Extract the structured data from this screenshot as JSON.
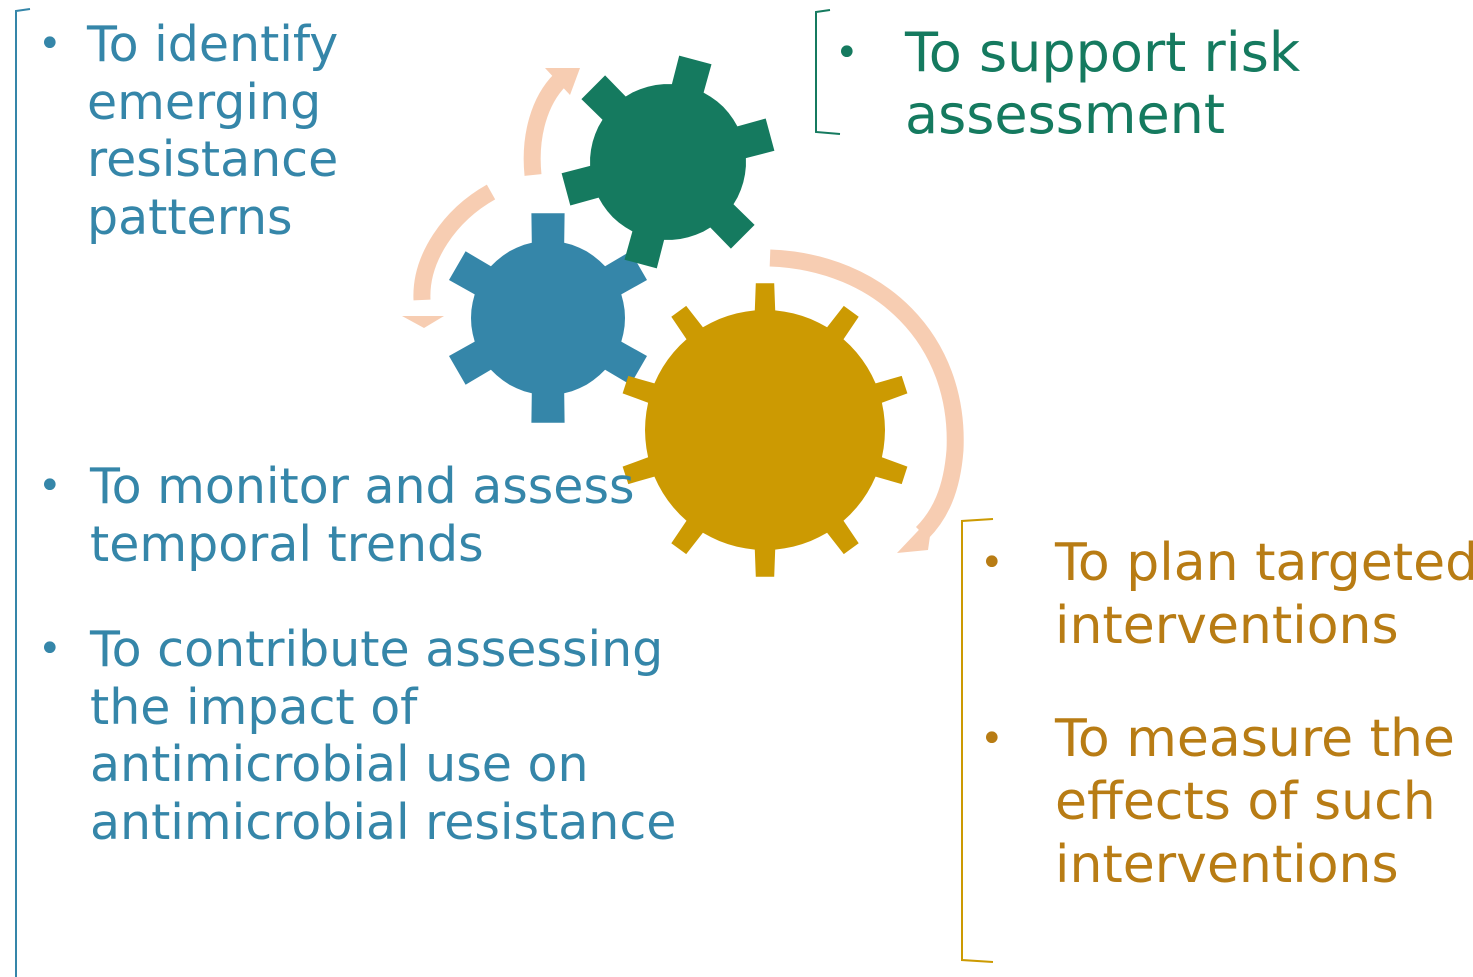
{
  "colors": {
    "blue": "#3586a9",
    "green": "#157a5f",
    "gold": "#cc9a02",
    "gold_text": "#b87c14",
    "arrow": "#f7cdb2"
  },
  "bullet_symbol": "•",
  "blue_block_top": {
    "items": [
      "To identify emerging resistance patterns"
    ]
  },
  "blue_block_bottom": {
    "items": [
      "To monitor and assess temporal trends",
      "To contribute assessing the impact of antimicrobial use on antimicrobial resistance"
    ]
  },
  "green_block": {
    "items": [
      "To support risk assessment"
    ]
  },
  "gold_block": {
    "items": [
      "To plan targeted interventions",
      "To measure the effects of such interventions"
    ]
  },
  "gears": [
    {
      "name": "blue-gear",
      "color_key": "blue"
    },
    {
      "name": "green-gear",
      "color_key": "green"
    },
    {
      "name": "gold-gear",
      "color_key": "gold"
    }
  ]
}
